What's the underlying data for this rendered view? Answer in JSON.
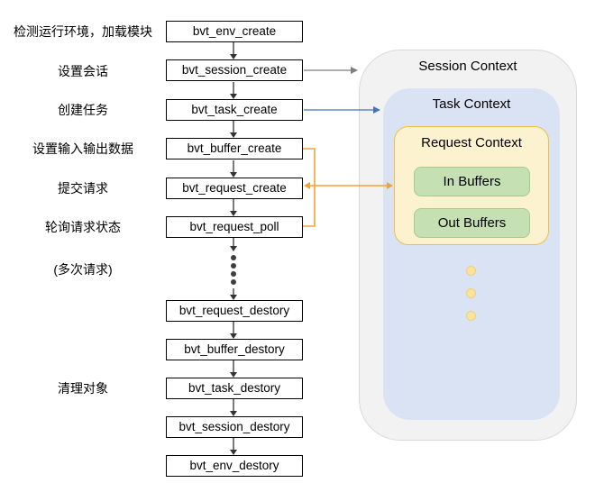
{
  "left_labels": [
    "检测运行环境，加载模块",
    "设置会话",
    "创建任务",
    "设置输入输出数据",
    "提交请求",
    "轮询请求状态",
    "(多次请求)",
    "清理对象"
  ],
  "flow_boxes": [
    "bvt_env_create",
    "bvt_session_create",
    "bvt_task_create",
    "bvt_buffer_create",
    "bvt_request_create",
    "bvt_request_poll",
    "bvt_request_destory",
    "bvt_buffer_destory",
    "bvt_task_destory",
    "bvt_session_destory",
    "bvt_env_destory"
  ],
  "contexts": {
    "session_label": "Session Context",
    "task_label": "Task Context",
    "request_label": "Request Context",
    "in_buffers_label": "In Buffers",
    "out_buffers_label": "Out Buffers"
  },
  "colors": {
    "flow_box_border": "#000000",
    "session_fill": "#f2f2f2",
    "session_border": "#d9d9d9",
    "task_fill": "#dae3f3",
    "request_fill": "#fdf2d0",
    "request_border": "#f3bd45",
    "buffer_fill": "#c5e0b3",
    "buffer_border": "#a4cd8a",
    "arrow_black": "#333333",
    "arrow_gray": "#7f7f7f",
    "arrow_blue": "#4472c4",
    "arrow_orange": "#f0a23c",
    "flow_ellipsis_dot": "#3f3f3f",
    "context_ellipsis_dot": "#fbe39b"
  }
}
